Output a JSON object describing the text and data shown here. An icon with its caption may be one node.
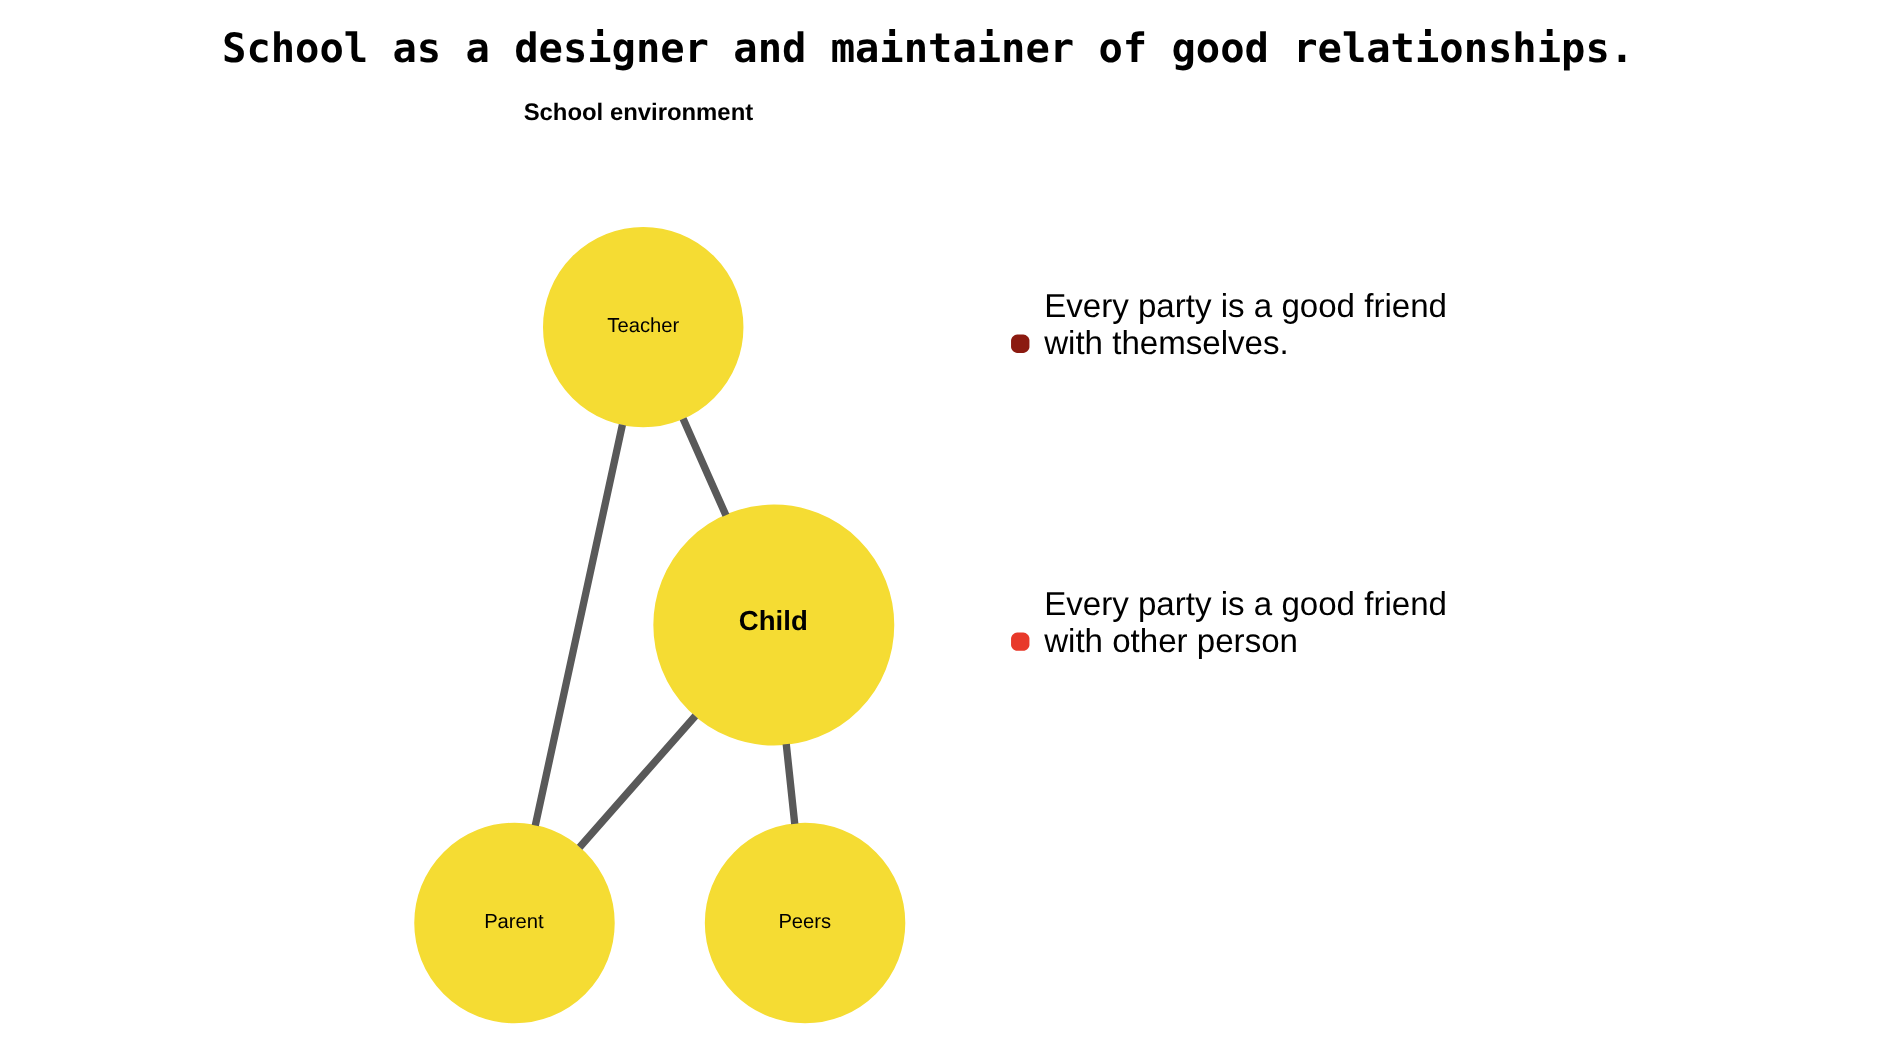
{
  "diagram": {
    "title": "School as a designer and maintainer of good relationships.",
    "nodes": [
      {
        "text": [
          "Teacher"
        ]
      },
      {
        "text": [
          "Child"
        ]
      },
      {
        "text": [
          "Parent"
        ]
      },
      {
        "text": [
          "Peers"
        ]
      }
    ],
    "edges": [
      {
        "from": 0,
        "to": 1,
        "arrow": "none"
      },
      {
        "from": 0,
        "to": 2,
        "arrow": "none"
      },
      {
        "from": 1,
        "to": 2,
        "arrow": "none"
      },
      {
        "from": 1,
        "to": 3,
        "arrow": "none"
      }
    ],
    "labels": [
      "School environment",
      "Every party is a good friend with themselves.",
      "Every party is a good friend with other person"
    ]
  }
}
